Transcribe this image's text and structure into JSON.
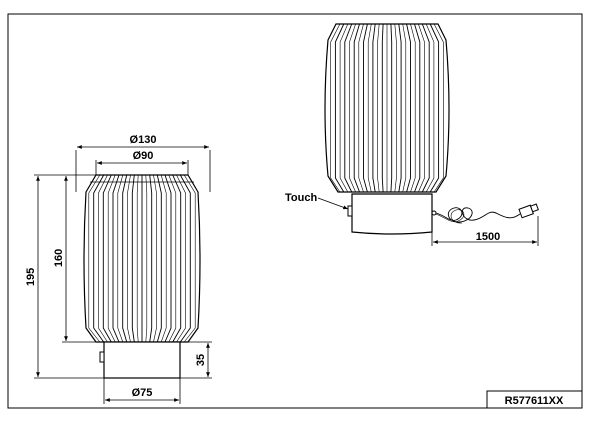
{
  "left_view": {
    "dim_outer_width": "Ø130",
    "dim_inner_width": "Ø90",
    "dim_total_height": "195",
    "dim_shade_height": "160",
    "dim_base_height": "35",
    "dim_base_width": "Ø75"
  },
  "right_view": {
    "touch_label": "Touch",
    "cable_length": "1500"
  },
  "product_code": "R577611XX",
  "colors": {
    "line": "#000000",
    "background": "#ffffff"
  }
}
